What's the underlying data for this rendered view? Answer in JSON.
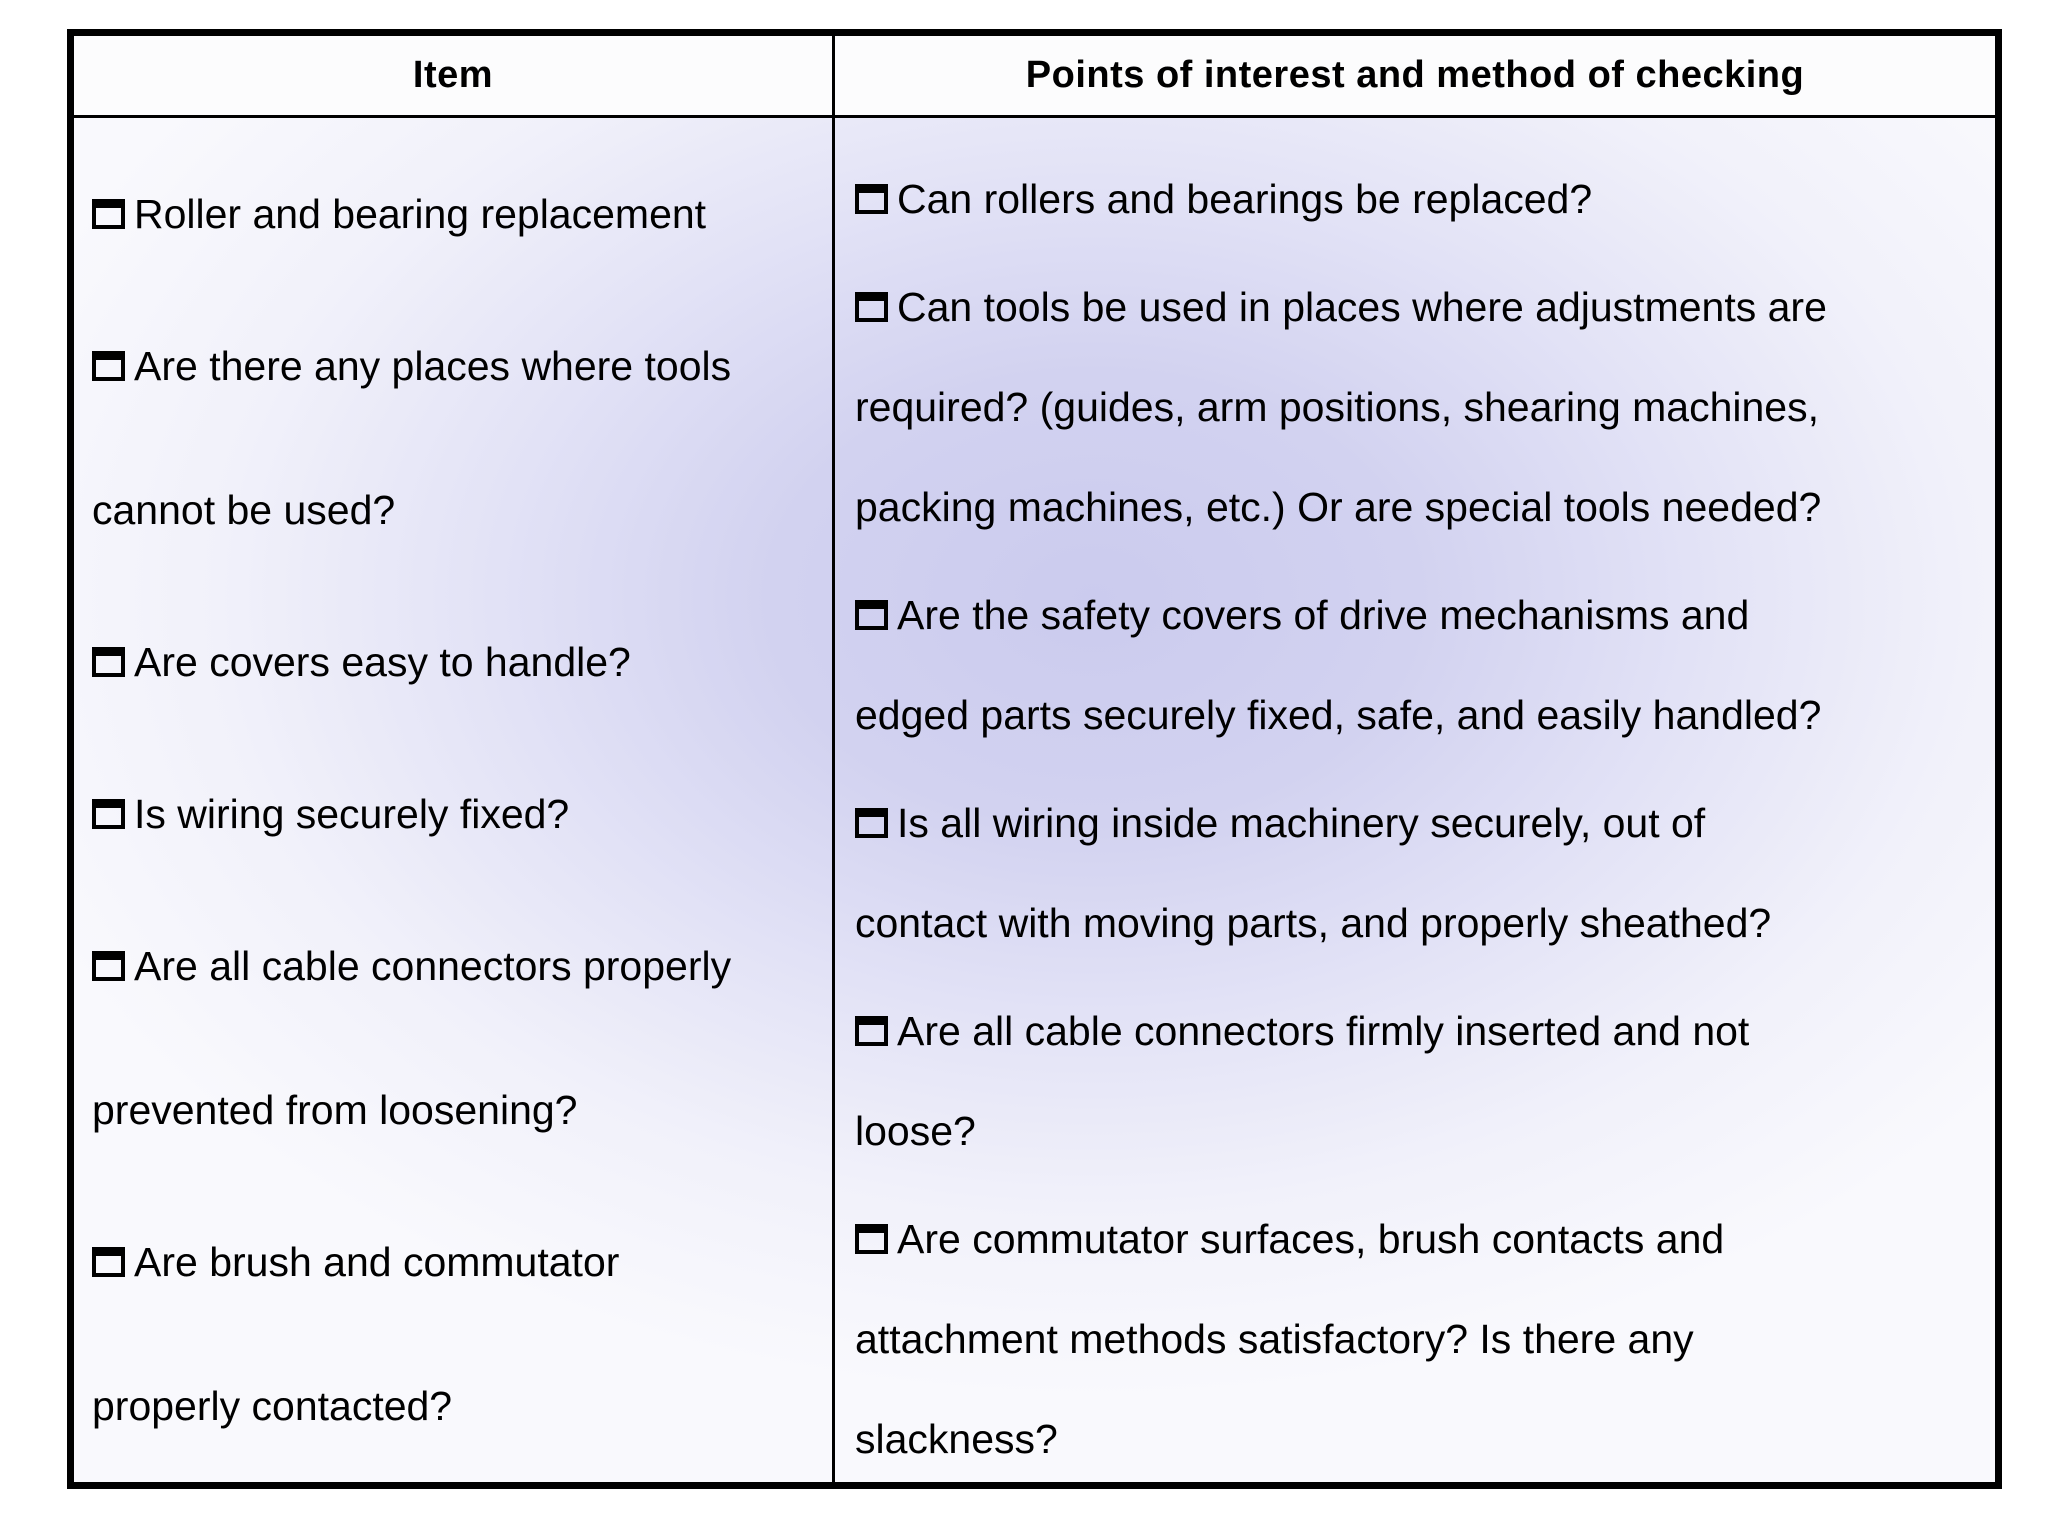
{
  "header": {
    "item_col": "Item",
    "points_col": "Points of interest and method of checking"
  },
  "items": [
    "Roller and bearing replacement",
    "Are there any places where tools\ncannot be used?",
    "Are covers easy to handle?",
    "Is wiring securely fixed?",
    "Are all cable connectors properly\nprevented from loosening?",
    "Are brush and commutator\nproperly contacted?"
  ],
  "points": [
    "Can rollers and bearings be replaced?",
    "Can tools be used in places where adjustments are\nrequired? (guides, arm positions, shearing machines,\npacking machines, etc.) Or are special tools needed?",
    "Are the safety covers of drive mechanisms and\nedged parts securely fixed, safe, and easily handled?",
    "Is all wiring inside machinery securely, out of\ncontact with moving parts, and properly sheathed?",
    "Are all cable connectors firmly inserted and not\nloose?",
    "Are commutator surfaces, brush contacts and\nattachment methods satisfactory? Is there any\nslackness?"
  ],
  "checkbox_state": "unchecked",
  "colors": {
    "border": "#000000",
    "text": "#000000",
    "gradient_peak": "#cbcbee",
    "gradient_edge": "#f9f9fd",
    "header_background": "#fcfcfd",
    "page_background": "#ffffff"
  }
}
